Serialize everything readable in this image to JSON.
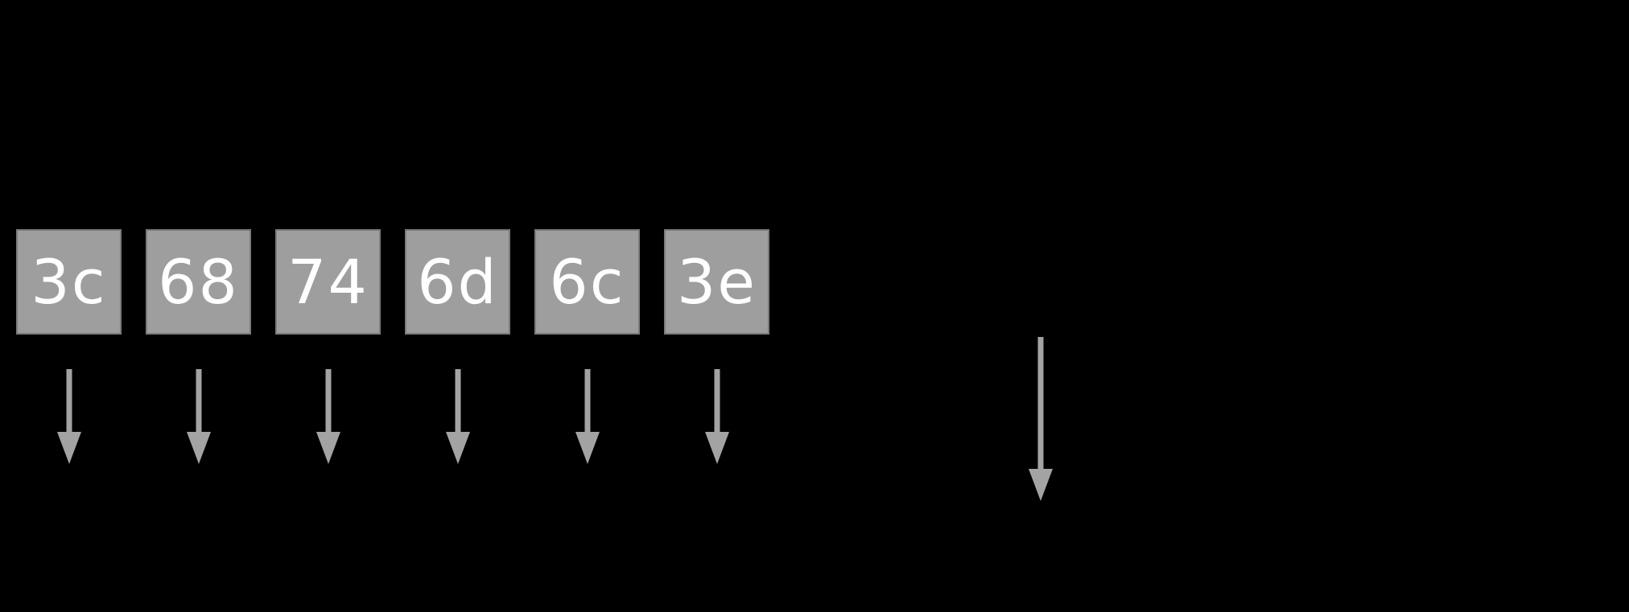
{
  "diagram": {
    "bytes": [
      {
        "label": "3c"
      },
      {
        "label": "68"
      },
      {
        "label": "74"
      },
      {
        "label": "6d"
      },
      {
        "label": "6c"
      },
      {
        "label": "3e"
      }
    ],
    "icons": {
      "short_arrows": "down-arrow",
      "long_arrow": "down-arrow"
    }
  },
  "colors": {
    "background": "#000000",
    "box_fill": "#9e9e9e",
    "box_border": "#7b7b7b",
    "box_text": "#ffffff",
    "arrow": "#a3a3a3"
  }
}
